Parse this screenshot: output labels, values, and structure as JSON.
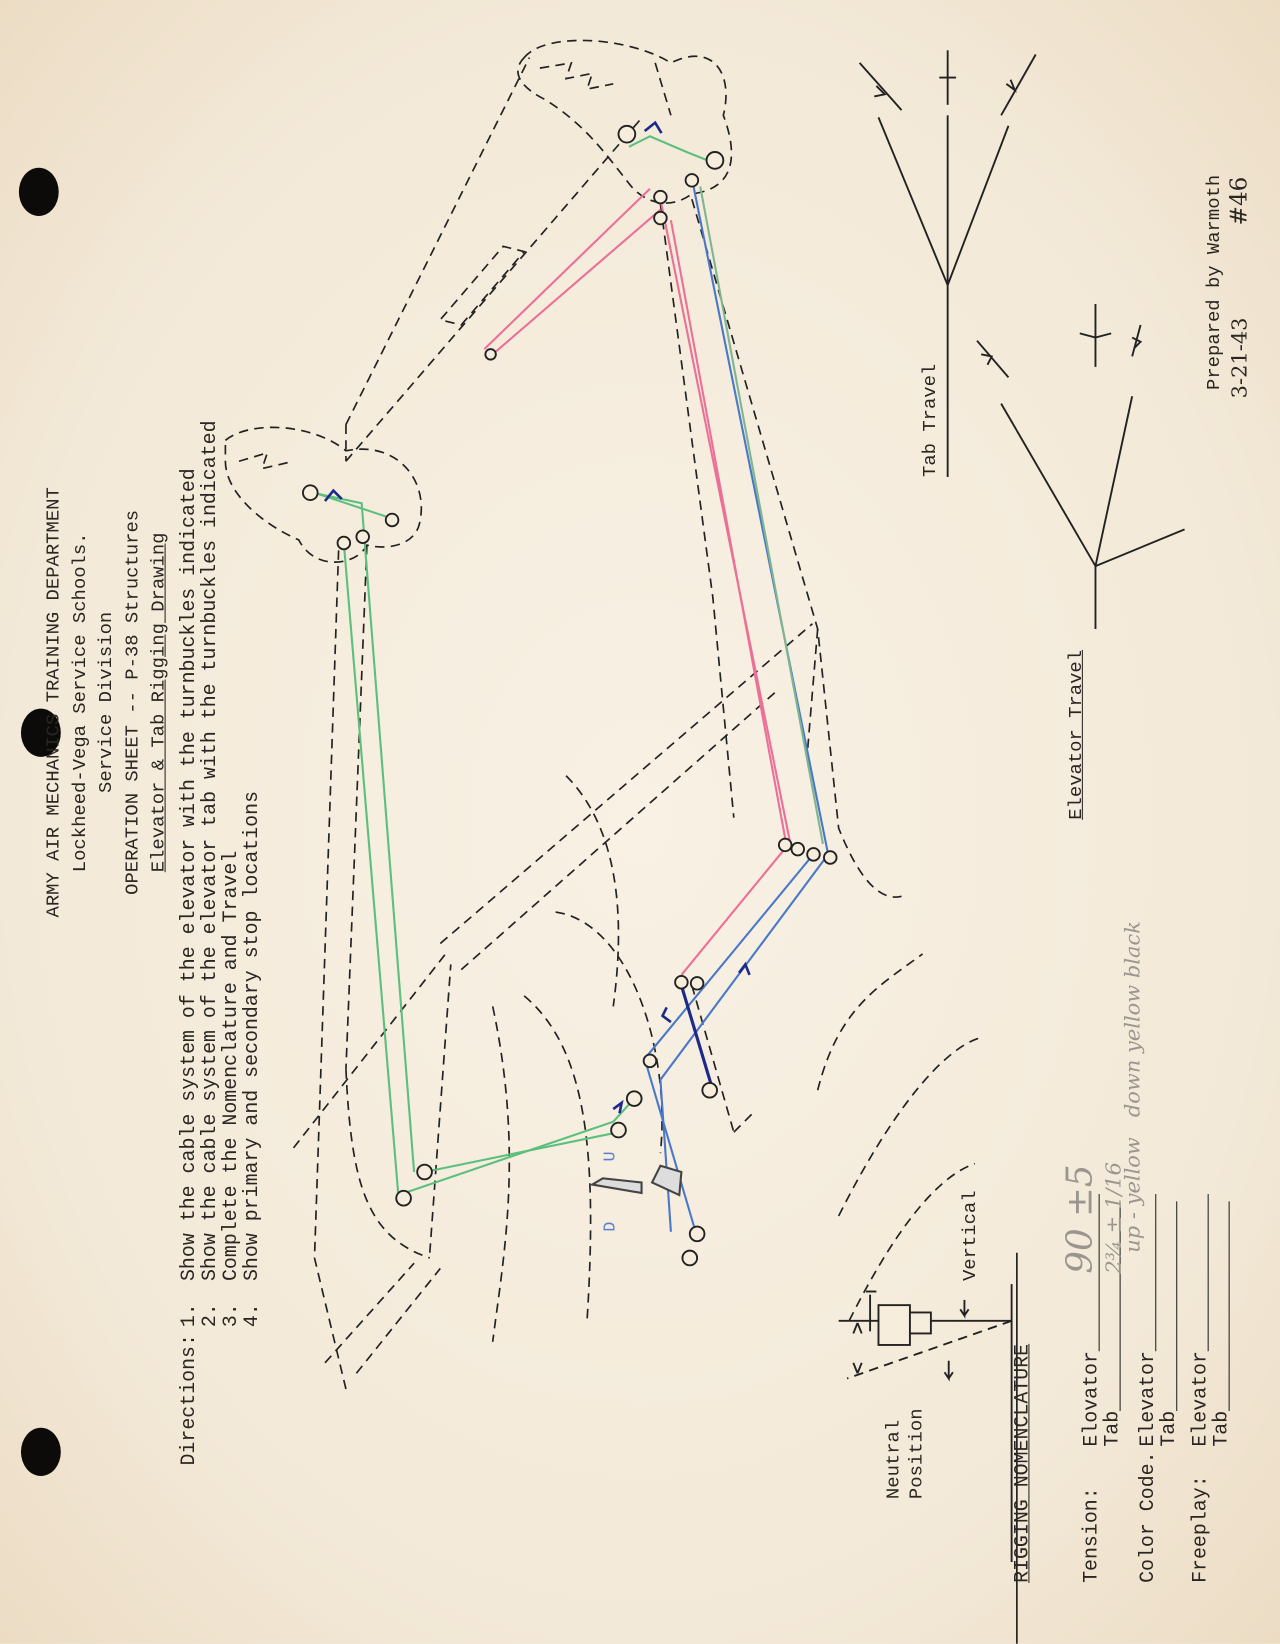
{
  "header": {
    "lines": [
      "ARMY AIR MECHANICS TRAINING DEPARTMENT",
      "Lockheed-Vega Service Schools.",
      "Service Division",
      "OPERATION SHEET -- P-38 Structures",
      "Elevator & Tab Rigging Drawing"
    ]
  },
  "directions": {
    "label": "Directions:",
    "items": [
      {
        "num": "1.",
        "text": "Show the cable system of the elevator with the turnbuckles indicated"
      },
      {
        "num": "2.",
        "text": "Show the cable system of the elevator tab with the turnbuckles indicated"
      },
      {
        "num": "3.",
        "text": "Complete the Nomenclature and Travel"
      },
      {
        "num": "4.",
        "text": "Show primary and secondary stop locations"
      }
    ]
  },
  "diagram": {
    "tab_travel_label": "Tab Travel",
    "elevator_travel_label": "Elevator Travel",
    "neutral_label_1": "Neutral",
    "neutral_label_2": "Position",
    "vertical_label": "Vertical",
    "direction_up": "U",
    "direction_down": "D",
    "cable_colors": {
      "green": "#5cbf7e",
      "pink": "#ec6f96",
      "blue": "#4a78c8",
      "dark_blue": "#1d2a8a"
    }
  },
  "rigging": {
    "title": "RIGGING NOMENCLATURE",
    "tension_label": "Tension:",
    "color_code_label": "Color Code.",
    "freeplay_label": "Freeplay:",
    "elevator": "Elevator",
    "elevator_misspelled": "Elovator",
    "tab": "Tab",
    "handwritten": {
      "tension_elevator": "90 ±5",
      "tension_tab": "2¾ ± 1/16",
      "color_code_elevator": "up - yellow   down yellow black"
    }
  },
  "footer": {
    "prepared_by": "Prepared by Warmoth",
    "date": "3-21-43",
    "number": "#46"
  }
}
